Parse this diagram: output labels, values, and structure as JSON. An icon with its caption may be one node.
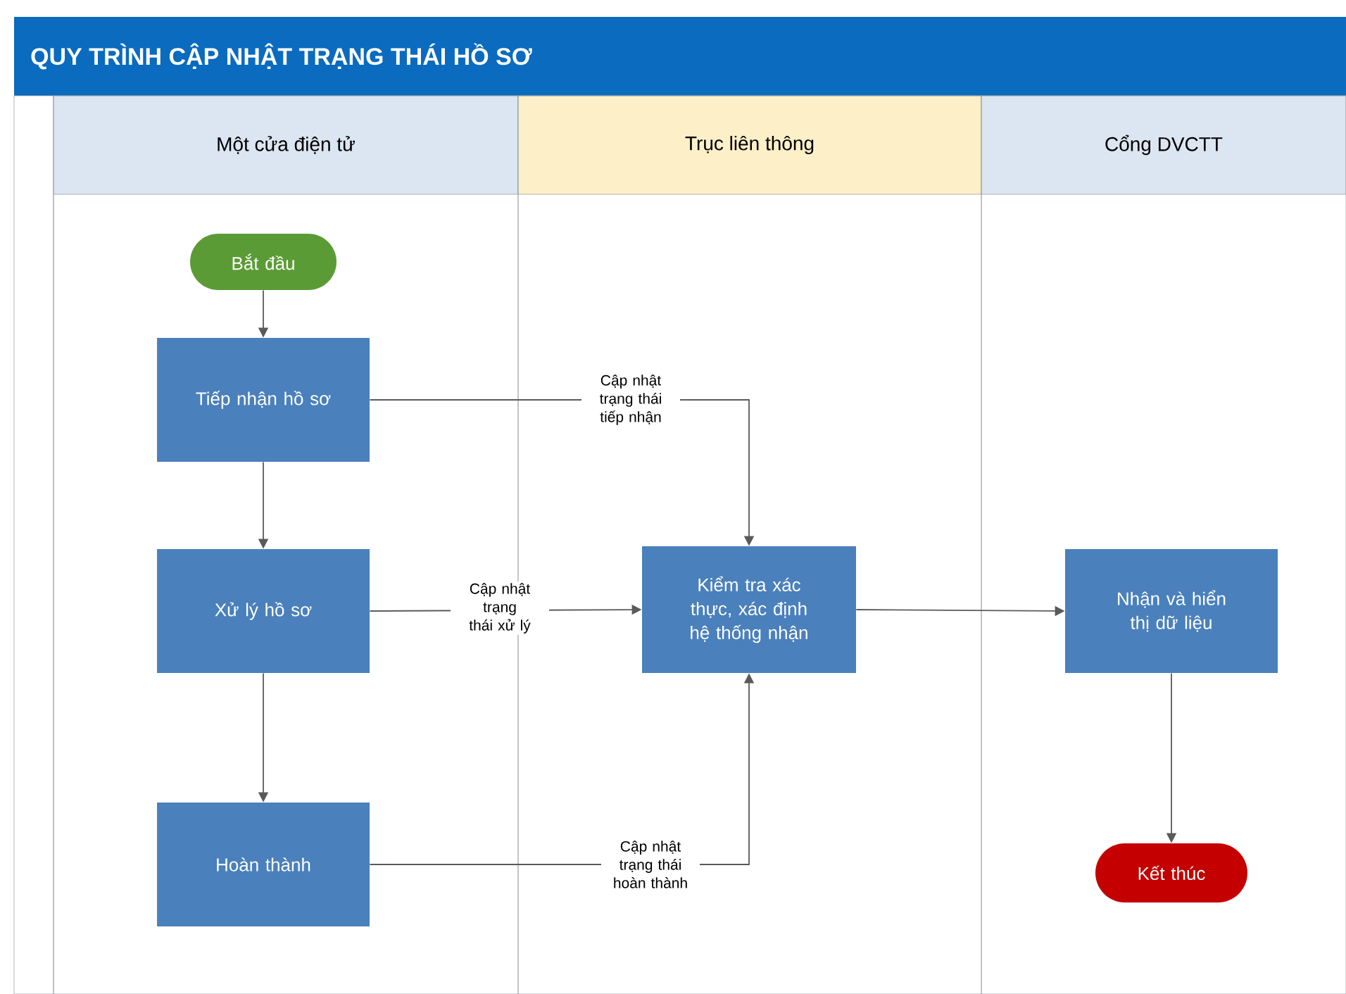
{
  "diagram": {
    "title": "QUY TRÌNH CẬP NHẬT TRẠNG THÁI HỒ SƠ",
    "nodes": [
      {
        "text": [
          "Một cửa điện tử"
        ]
      },
      {
        "text": [
          "Trục liên thông"
        ]
      },
      {
        "text": [
          "Cổng DVCTT"
        ]
      },
      {
        "text": [
          "Bắt đầu"
        ],
        "in": 0
      },
      {
        "text": [
          "Tiếp nhận hồ sơ"
        ],
        "in": 0
      },
      {
        "text": [
          "Xử lý hồ sơ"
        ],
        "in": 0
      },
      {
        "text": [
          "Hoàn thành"
        ],
        "in": 0
      },
      {
        "text": [
          "Kiểm tra xác thực, xác định hệ thống nhận"
        ],
        "in": 1
      },
      {
        "text": [
          "Nhận và hiển thị dữ liệu"
        ],
        "in": 2
      },
      {
        "text": [
          "Kết thúc"
        ],
        "in": 2
      }
    ],
    "edges": [
      {
        "from": 3,
        "to": 4,
        "arrow": "to"
      },
      {
        "from": 4,
        "to": 5,
        "arrow": "to"
      },
      {
        "from": 5,
        "to": 6,
        "arrow": "to"
      },
      {
        "from": 4,
        "to": 7,
        "arrow": "to",
        "label": "Cập nhật trạng thái tiếp nhận"
      },
      {
        "from": 5,
        "to": 7,
        "arrow": "to",
        "label": "Cập nhật trạng thái xử lý"
      },
      {
        "from": 6,
        "to": 7,
        "arrow": "to",
        "label": "Cập nhật trạng thái hoàn thành"
      },
      {
        "from": 7,
        "to": 8,
        "arrow": "to"
      },
      {
        "from": 8,
        "to": 9,
        "arrow": "to"
      }
    ]
  }
}
